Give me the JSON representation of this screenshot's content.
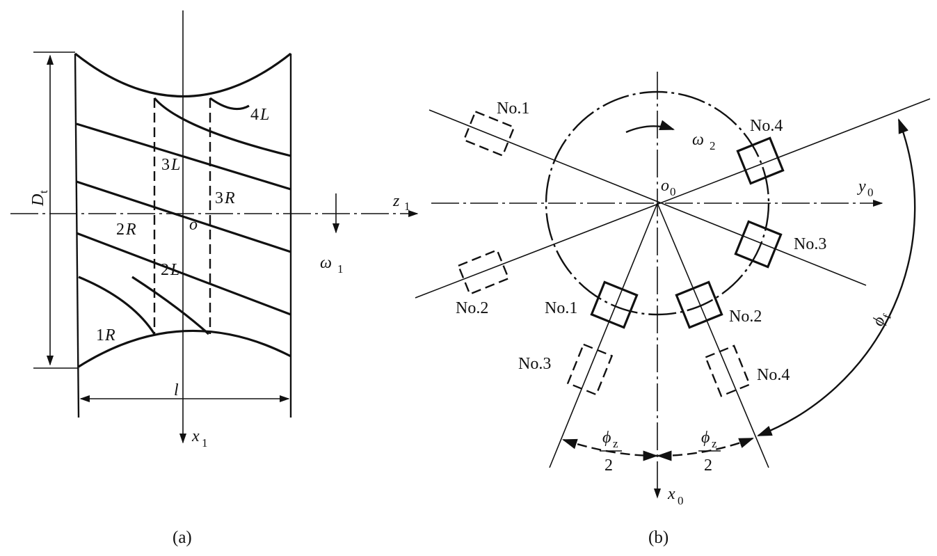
{
  "figure_a": {
    "caption": "(a)",
    "labels": {
      "Dt_main": "D",
      "Dt_sub": "t",
      "l": "l",
      "z1_main": "z",
      "z1_sub": "1",
      "x1_main": "x",
      "x1_sub": "1",
      "o": "o",
      "omega1_main": "ω",
      "omega1_sub": "1",
      "1R_num": "1",
      "1R_let": "R",
      "2R_num": "2",
      "2R_let": "R",
      "3R_num": "3",
      "3R_let": "R",
      "2L_num": "2",
      "2L_let": "L",
      "3L_num": "3",
      "3L_let": "L",
      "4L_num": "4",
      "4L_let": "L"
    }
  },
  "figure_b": {
    "caption": "(b)",
    "labels": {
      "o0_main": "o",
      "o0_sub": "0",
      "y0_main": "y",
      "y0_sub": "0",
      "x0_main": "x",
      "x0_sub": "0",
      "omega2_main": "ω",
      "omega2_sub": "2",
      "phi_f_main": "ϕ",
      "phi_f_sub": "f",
      "phi_z_left_main": "ϕ",
      "phi_z_left_sub": "z",
      "phi_z_left_den": "2",
      "phi_z_right_main": "ϕ",
      "phi_z_right_sub": "z",
      "phi_z_right_den": "2",
      "no1_top": "No.1",
      "no2_left": "No.2",
      "no3_right": "No.3",
      "no4_top": "No.4",
      "no1_bottom": "No.1",
      "no2_bottom": "No.2",
      "no3_bottom": "No.3",
      "no4_bottom": "No.4"
    }
  }
}
